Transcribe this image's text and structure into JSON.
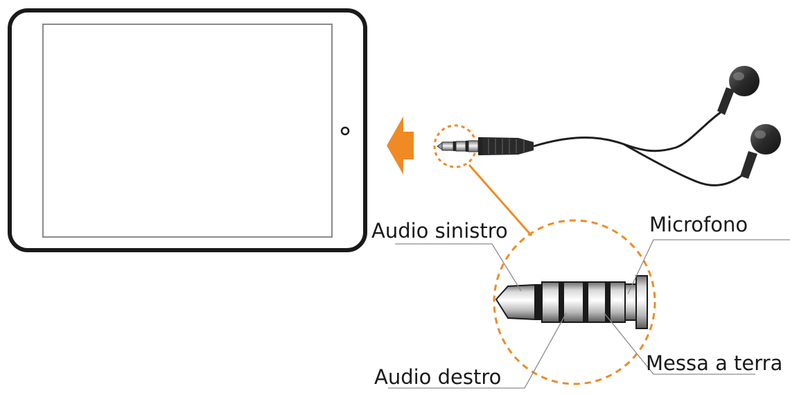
{
  "labels": {
    "left_audio": "Audio sinistro",
    "right_audio": "Audio destro",
    "microphone": "Microfono",
    "ground": "Messa a terra"
  },
  "colors": {
    "accent_orange": "#f08a24",
    "outline": "#1a1a1a",
    "leader_line": "#8c8c8c"
  },
  "icons": {
    "arrow": "insert-direction-arrow",
    "device": "tablet",
    "accessory": "earphones-headset"
  }
}
